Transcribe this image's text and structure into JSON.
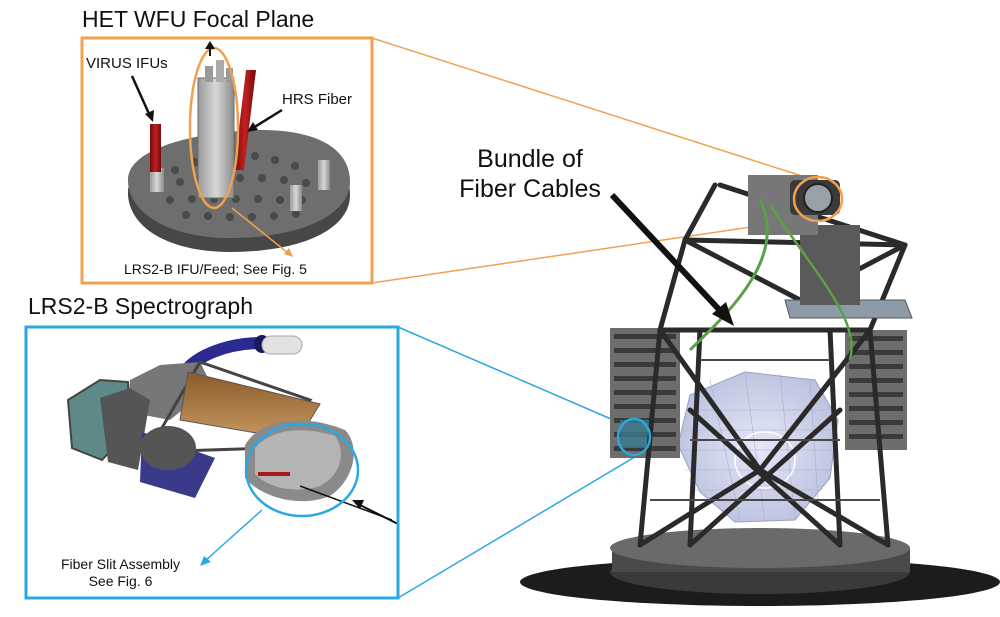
{
  "focal_plane": {
    "title": "HET WFU Focal Plane",
    "virus_label": "VIRUS IFUs",
    "hrs_label": "HRS Fiber",
    "lrs2_feed_label": "LRS2-B IFU/Feed; See Fig. 5"
  },
  "spectrograph": {
    "title": "LRS2-B Spectrograph",
    "slit_label_line1": "Fiber Slit Assembly",
    "slit_label_line2": "See Fig. 6"
  },
  "telescope": {
    "bundle_line1": "Bundle of",
    "bundle_line2": "Fiber Cables"
  },
  "colors": {
    "focal_plane_frame": "#f0a050",
    "spectrograph_frame": "#2aa8e0",
    "fiber_red": "#a81818",
    "structure": "#2a2a2a",
    "mirror": "#c8cde8",
    "cable_green": "#5aa046"
  }
}
